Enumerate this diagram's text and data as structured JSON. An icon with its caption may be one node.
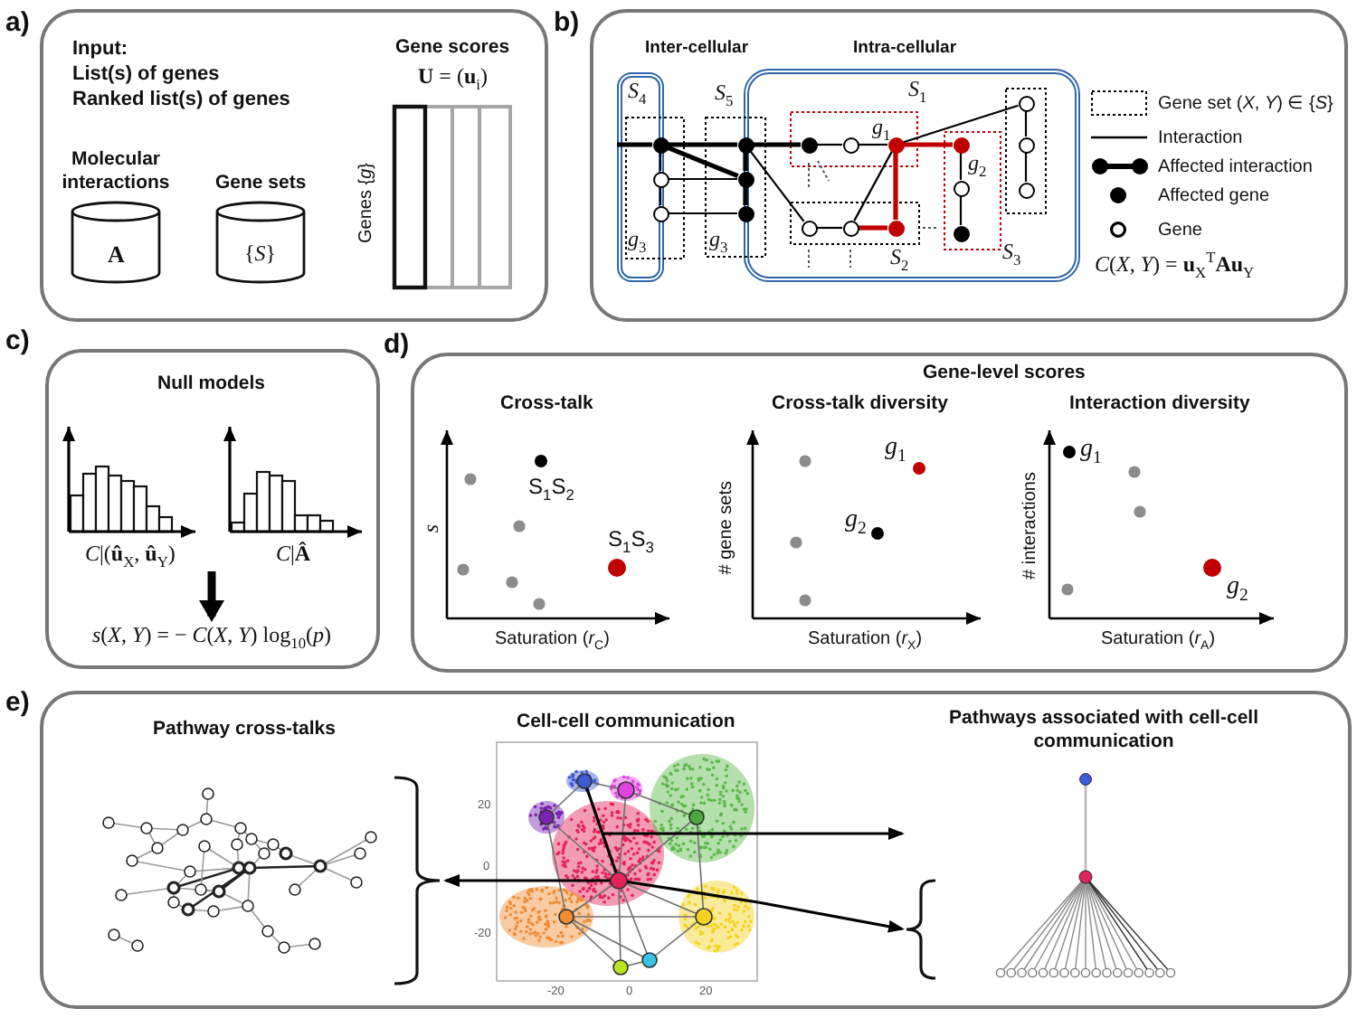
{
  "diagram": {
    "nodes": [
      {
        "text": [
          "Input:",
          "List(s) of genes",
          "Ranked list(s) of genes"
        ]
      },
      {
        "text": [
          "Molecular interactions",
          "A"
        ],
        "in": 0
      },
      {
        "text": [
          "Gene sets",
          "{*S*}"
        ],
        "in": 0
      },
      {
        "text": [
          "Gene scores",
          "**U** = (**u**$_{i}$)",
          "Genes {*g*}"
        ],
        "in": 0
      },
      {
        "text": [],
        "shape": "box"
      },
      {
        "text": [
          "*S*$_{4}$"
        ],
        "in": 4
      },
      {
        "text": [
          "*S*$_{1}$"
        ],
        "in": 4
      },
      {
        "text": [],
        "shape": "circle",
        "in": 4
      },
      {
        "text": [],
        "shape": "circle",
        "in": 4
      },
      {
        "text": [],
        "shape": "circle",
        "in": 4
      },
      {
        "text": [],
        "shape": "circle",
        "in": 4
      },
      {
        "text": [],
        "shape": "circle",
        "in": 4
      },
      {
        "text": [],
        "shape": "circle",
        "in": 4
      },
      {
        "text": [],
        "shape": "circle",
        "in": 6
      },
      {
        "text": [],
        "shape": "circle",
        "in": 6
      },
      {
        "text": [],
        "shape": "circle",
        "in": 6
      },
      {
        "text": [],
        "shape": "circle",
        "in": 6
      },
      {
        "text": [],
        "shape": "circle",
        "in": 6
      },
      {
        "text": [],
        "shape": "circle",
        "in": 6
      },
      {
        "text": [],
        "shape": "circle",
        "in": 6
      },
      {
        "text": [],
        "shape": "circle",
        "in": 6
      },
      {
        "text": [],
        "shape": "circle",
        "in": 6
      },
      {
        "text": [],
        "shape": "circle",
        "in": 6
      },
      {
        "text": [],
        "shape": "circle",
        "in": 6
      },
      {
        "text": [],
        "shape": "circle",
        "in": 6
      },
      {
        "text": [
          "Null models"
        ]
      },
      {
        "text": [
          "*C*|(**û**$_{X}$, **û**$_{Y}$)"
        ],
        "in": 25
      },
      {
        "text": [
          "*C*|**Â**"
        ],
        "in": 25
      },
      {
        "text": [
          "*s*(*X*, *Y*) = − *C*(*X*, *Y*) log$_{10}$(*p*)"
        ],
        "in": 25
      },
      {
        "text": [
          "Gene-level scores"
        ]
      },
      {
        "text": [
          "Cross-talk",
          "S$_{1}$S$_{2}$",
          "S$_{1}$S$_{3}$",
          "s",
          "Saturation (*r*$_{C}$)"
        ],
        "in": 29
      },
      {
        "text": [
          "Cross-talk diversity",
          "*g*$_{1}$",
          "*g*$_{2}$",
          "# gene sets",
          "Saturation (*r*$_{X}$)"
        ],
        "in": 29
      },
      {
        "text": [
          "Interaction diversity",
          "*g*$_{1}$",
          "*g*$_{2}$",
          "# interactions",
          "Saturation (*r*$_{A}$)"
        ],
        "in": 29
      },
      {
        "text": [],
        "shape": "box"
      },
      {
        "text": [
          "Pathway cross-talks"
        ],
        "in": 33
      },
      {
        "text": [
          "Cell-cell communication"
        ],
        "beside": [
          "20",
          "0",
          "-20",
          "-20",
          "0",
          "20"
        ],
        "in": 33
      },
      {
        "text": [
          "Pathways associated with cell-cell communication"
        ],
        "in": 33
      }
    ],
    "edges": [
      {
        "from": 5,
        "to": 7,
        "arrow": "none",
        "style": "thick"
      },
      {
        "from": 7,
        "to": 10,
        "arrow": "none",
        "style": "thick"
      },
      {
        "from": 7,
        "to": 11,
        "arrow": "none",
        "style": "thick"
      },
      {
        "from": 7,
        "to": 8,
        "arrow": "none"
      },
      {
        "from": 8,
        "to": 9,
        "arrow": "none"
      },
      {
        "from": 8,
        "to": 11,
        "arrow": "none"
      },
      {
        "from": 9,
        "to": 12,
        "arrow": "none"
      },
      {
        "from": 10,
        "to": 11,
        "arrow": "none",
        "style": "thick"
      },
      {
        "from": 11,
        "to": 12,
        "arrow": "none",
        "style": "thick"
      },
      {
        "from": 10,
        "to": 13,
        "arrow": "none",
        "style": "thick"
      },
      {
        "from": 13,
        "to": 15,
        "arrow": "none"
      },
      {
        "from": 15,
        "to": 17,
        "arrow": "none"
      },
      {
        "from": 10,
        "to": 14,
        "arrow": "none"
      },
      {
        "from": 14,
        "to": 16,
        "arrow": "none"
      },
      {
        "from": 16,
        "to": 17,
        "arrow": "none"
      },
      {
        "from": 16,
        "to": 18,
        "arrow": "none",
        "style": "thick",
        "color": "#c00000"
      },
      {
        "from": 17,
        "to": 18,
        "arrow": "none",
        "style": "thick",
        "color": "#c00000"
      },
      {
        "from": 17,
        "to": 19,
        "arrow": "none",
        "style": "thick",
        "color": "#c00000"
      },
      {
        "from": 17,
        "to": 22,
        "arrow": "none"
      },
      {
        "from": 19,
        "to": 20,
        "arrow": "none"
      },
      {
        "from": 20,
        "to": 21,
        "arrow": "none"
      },
      {
        "from": 22,
        "to": 23,
        "arrow": "none"
      },
      {
        "from": 23,
        "to": 24,
        "arrow": "none"
      },
      {
        "from": 26,
        "to": 28,
        "arrow": "to",
        "style": "thick"
      },
      {
        "from": 27,
        "to": 28,
        "arrow": "to",
        "style": "thick"
      },
      {
        "from": 35,
        "to": 34,
        "arrow": "to"
      },
      {
        "from": 35,
        "to": 36,
        "arrow": "to"
      },
      {
        "from": 35,
        "to": 36,
        "arrow": "to"
      }
    ],
    "labels": [
      "a)",
      "b)",
      "Inter-cellular",
      "Intra-cellular",
      "*S*$_{5}$",
      "*g*$_{1}$",
      "*g*$_{2}$",
      "*g*$_{3}$",
      "*g*$_{3}$",
      "*S*$_{2}$",
      "*S*$_{3}$",
      "*C*(*X*, *Y*) = **u**$_{X}$$^{T}$**Au**$_{Y}$",
      "c)",
      "d)",
      "e)"
    ],
    "legend": [
      {
        "text": "Gene set (*X*, *Y*) ∈ {*S*}"
      },
      {
        "text": "Interaction"
      },
      {
        "text": "Affected interaction"
      },
      {
        "text": "Affected gene"
      },
      {
        "text": "Gene"
      }
    ]
  }
}
